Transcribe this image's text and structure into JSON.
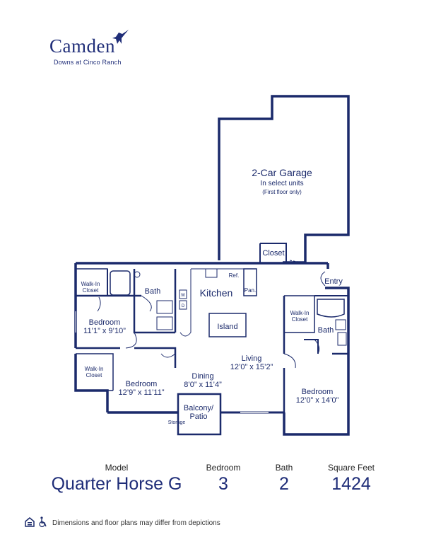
{
  "brand": {
    "name": "Camden",
    "subtitle": "Downs at Cinco Ranch"
  },
  "rooms": {
    "garage": {
      "title": "2-Car Garage",
      "line2": "In select units",
      "line3": "(First floor only)"
    },
    "closet": "Closet",
    "entry": "Entry",
    "walkin_closet_1a": "Walk-In",
    "walkin_closet_1b": "Closet",
    "bath_1": "Bath",
    "kitchen": "Kitchen",
    "ref": "Ref.",
    "pan": "Pan.",
    "bedroom_1": {
      "name": "Bedroom",
      "dims": "11’1” x 9’10”"
    },
    "island": "Island",
    "walkin_closet_2a": "Walk-In",
    "walkin_closet_2b": "Closet",
    "bath_2": "Bath",
    "living": {
      "name": "Living",
      "dims": "12’0” x 15’2”"
    },
    "walkin_closet_3a": "Walk-In",
    "walkin_closet_3b": "Closet",
    "bedroom_2": {
      "name": "Bedroom",
      "dims": "12’9” x 11’11”"
    },
    "dining": {
      "name": "Dining",
      "dims": "8’0” x 11’4”"
    },
    "bedroom_3": {
      "name": "Bedroom",
      "dims": "12’0” x 14’0”"
    },
    "balcony": {
      "line1": "Balcony/",
      "line2": "Patio"
    },
    "storage": "Storage",
    "appliance_w": "W",
    "appliance_d": "D"
  },
  "footer": {
    "model_label": "Model",
    "model_value": "Quarter Horse G",
    "bedroom_label": "Bedroom",
    "bedroom_value": "3",
    "bath_label": "Bath",
    "bath_value": "2",
    "sqft_label": "Square Feet",
    "sqft_value": "1424",
    "disclaimer": "Dimensions and floor plans may differ from depictions"
  },
  "icons": [
    "hummingbird-logo-icon",
    "equal-housing-icon",
    "wheelchair-icon"
  ],
  "colors": {
    "wall": "#1b2a6b",
    "text": "#1b2a6b"
  }
}
